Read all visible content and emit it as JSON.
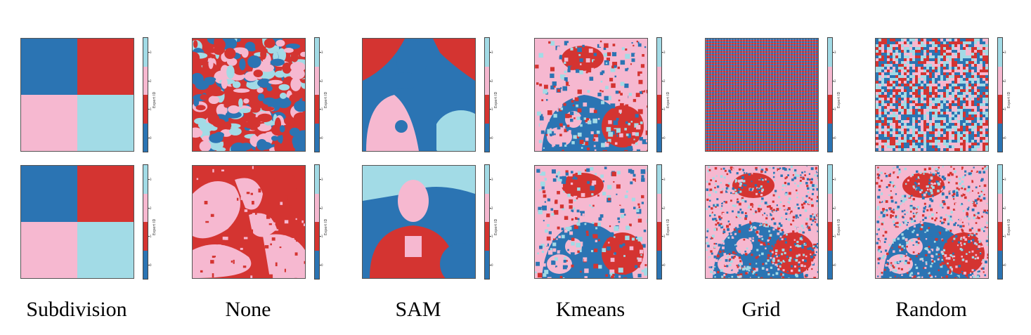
{
  "figure": {
    "colorbar_label": "Expert ID",
    "colorbar_ticks": [
      "0",
      "1",
      "2",
      "3"
    ],
    "expert_colors": [
      "#2b74b3",
      "#d43431",
      "#f6b8d0",
      "#a2dbe6"
    ],
    "columns": [
      {
        "caption": "Subdivision",
        "rows": [
          "quadrants",
          "quadrants"
        ]
      },
      {
        "caption": "None",
        "rows": [
          "blobs",
          "image-two-tone"
        ]
      },
      {
        "caption": "SAM",
        "rows": [
          "segments",
          "segments-portrait"
        ]
      },
      {
        "caption": "Kmeans",
        "rows": [
          "image",
          "image"
        ]
      },
      {
        "caption": "Grid",
        "rows": [
          "stripes",
          "image-noisy"
        ]
      },
      {
        "caption": "Random",
        "rows": [
          "noise",
          "image-noisy"
        ]
      }
    ]
  }
}
